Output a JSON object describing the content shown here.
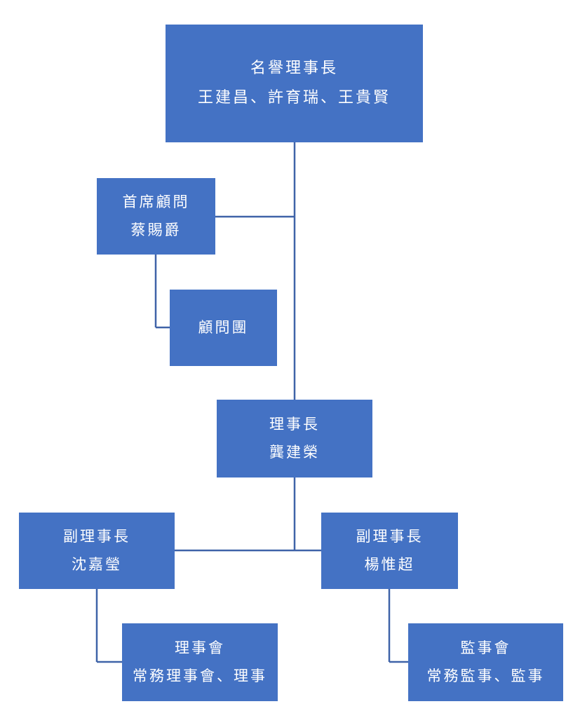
{
  "org_chart": {
    "honorary_chairman": {
      "title": "名譽理事長",
      "names": "王建昌、許育瑞、王貴賢"
    },
    "chief_advisor": {
      "title": "首席顧問",
      "names": "蔡賜爵"
    },
    "advisory_group": {
      "title": "顧問團"
    },
    "chairman": {
      "title": "理事長",
      "names": "龔建榮"
    },
    "vice_chairman_left": {
      "title": "副理事長",
      "names": "沈嘉瑩"
    },
    "vice_chairman_right": {
      "title": "副理事長",
      "names": "楊惟超"
    },
    "board_of_directors": {
      "title": "理事會",
      "members": "常務理事會、理事"
    },
    "board_of_supervisors": {
      "title": "監事會",
      "members": "常務監事、監事"
    }
  },
  "colors": {
    "box_fill": "#4472c4",
    "connector": "#3f63a8",
    "text": "#ffffff"
  }
}
